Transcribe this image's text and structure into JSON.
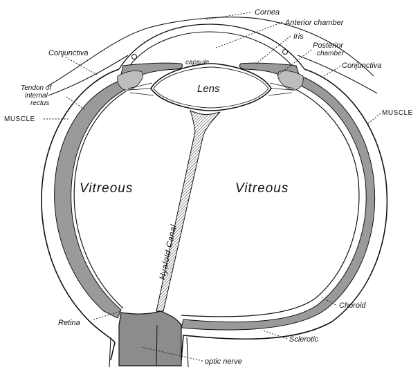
{
  "labels": {
    "cornea": "Cornea",
    "anterior_chamber": "Anterior chamber",
    "iris": "Iris",
    "posterior_chamber_1": "Posterior",
    "posterior_chamber_2": "chamber",
    "conjunctiva_left": "Conjunctiva",
    "conjunctiva_right": "Conjunctiva",
    "capsule": "capsule",
    "lens": "Lens",
    "tendon_1": "Tendon of",
    "tendon_2": "internal",
    "tendon_3": "rectus",
    "muscle_left": "MUSCLE",
    "muscle_right": "MUSCLE",
    "vitreous_left": "Vitreous",
    "vitreous_right": "Vitreous",
    "hyaloid_canal": "Hyaloid Canal",
    "choroid": "Choroid",
    "retina": "Retina",
    "sclerotic": "Sclerotic",
    "optic_nerve": "optic nerve"
  },
  "colors": {
    "ink": "#111111",
    "choroid_fill": "#9a9a9a",
    "nerve_fill": "#8c8c8c",
    "paper": "#ffffff"
  }
}
